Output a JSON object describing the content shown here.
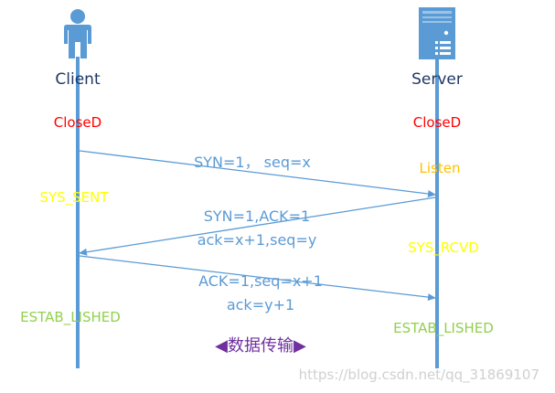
{
  "client": {
    "label": "Client",
    "states": [
      "CloseD",
      "SYS_SENT",
      "ESTAB_LISHED"
    ]
  },
  "server": {
    "label": "Server",
    "states": [
      "CloseD",
      "Listen",
      "SYS_RCVD",
      "ESTAB_LISHED"
    ]
  },
  "messages": [
    {
      "lines": [
        "SYN=1， seq=x"
      ]
    },
    {
      "lines": [
        "SYN=1,ACK=1",
        "ack=x+1,seq=y"
      ]
    },
    {
      "lines": [
        "ACK=1,seq=x+1",
        "ack=y+1"
      ]
    }
  ],
  "data_transfer": {
    "left_arrow": "◀",
    "text": "数据传输",
    "right_arrow": "▶"
  },
  "watermark": "https://blog.csdn.net/qq_31869107",
  "colors": {
    "lifeline": "#5b9bd5",
    "actor": "#5b9bd5",
    "label_dark": "#1f3864",
    "closed": "#ff0000",
    "syn_state": "#ffff00",
    "listen": "#ffc000",
    "established": "#92d050",
    "message": "#5b9bd5",
    "transfer": "#7030a0"
  }
}
